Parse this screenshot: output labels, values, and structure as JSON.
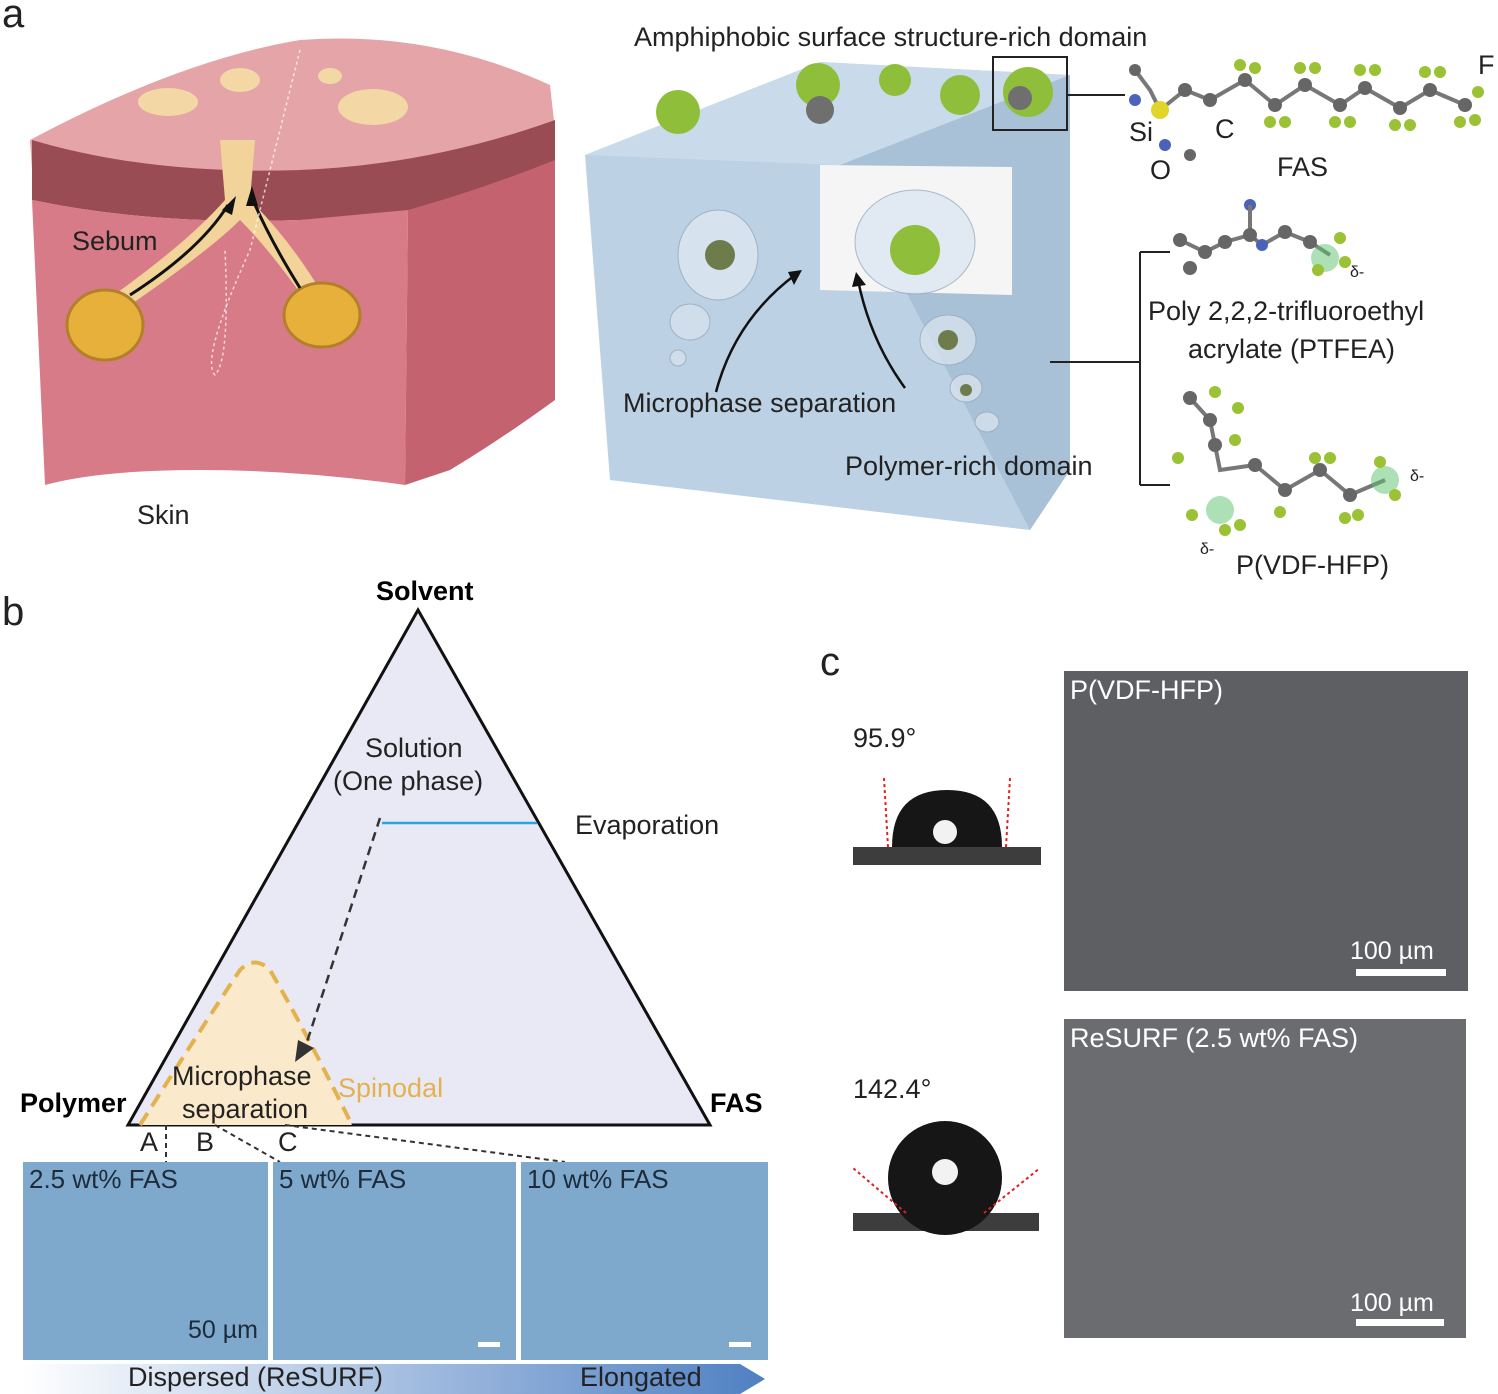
{
  "panel_a": {
    "letter": "a",
    "skin_label": "Skin",
    "sebum_label": "Sebum",
    "amphiphobic_label": "Amphiphobic surface structure-rich domain",
    "microphase_label": "Microphase separation",
    "polymer_rich_label": "Polymer-rich domain",
    "fas": {
      "label": "FAS",
      "atom_si": "Si",
      "atom_o": "O",
      "atom_c": "C",
      "atom_f": "F"
    },
    "ptfea": {
      "line1": "Poly 2,2,2-trifluoroethyl",
      "line2": "acrylate (PTFEA)",
      "delta": "δ-"
    },
    "pvdf": {
      "label": "P(VDF-HFP)",
      "delta1": "δ-",
      "delta2": "δ-"
    }
  },
  "panel_b": {
    "letter": "b",
    "vertex_top": "Solvent",
    "vertex_left": "Polymer",
    "vertex_right": "FAS",
    "solution_line1": "Solution",
    "solution_line2": "(One phase)",
    "evaporation": "Evaporation",
    "microphase_line1": "Microphase",
    "microphase_line2": "separation",
    "spinodal": "Spinodal",
    "points": [
      "A",
      "B",
      "C"
    ],
    "images": [
      {
        "caption": "2.5 wt% FAS",
        "scale": "50 µm"
      },
      {
        "caption": "5 wt% FAS"
      },
      {
        "caption": "10 wt% FAS"
      }
    ],
    "arrow_left": "Dispersed (ReSURF)",
    "arrow_right": "Elongated"
  },
  "panel_c": {
    "letter": "c",
    "rows": [
      {
        "angle": "95.9°",
        "caption": "P(VDF-HFP)",
        "scale": "100 µm"
      },
      {
        "angle": "142.4°",
        "caption": "ReSURF (2.5 wt% FAS)",
        "scale": "100 µm"
      }
    ]
  },
  "colors": {
    "triangle_fill": "#e9e9f6",
    "spinodal": "#e3b24e",
    "spinodal_fill": "#fbe9cc",
    "evaporation_line": "#2aa6d8",
    "cube": "#b9cfe0",
    "green_cluster": "#8fbf3a",
    "skin": "#d97c88"
  }
}
